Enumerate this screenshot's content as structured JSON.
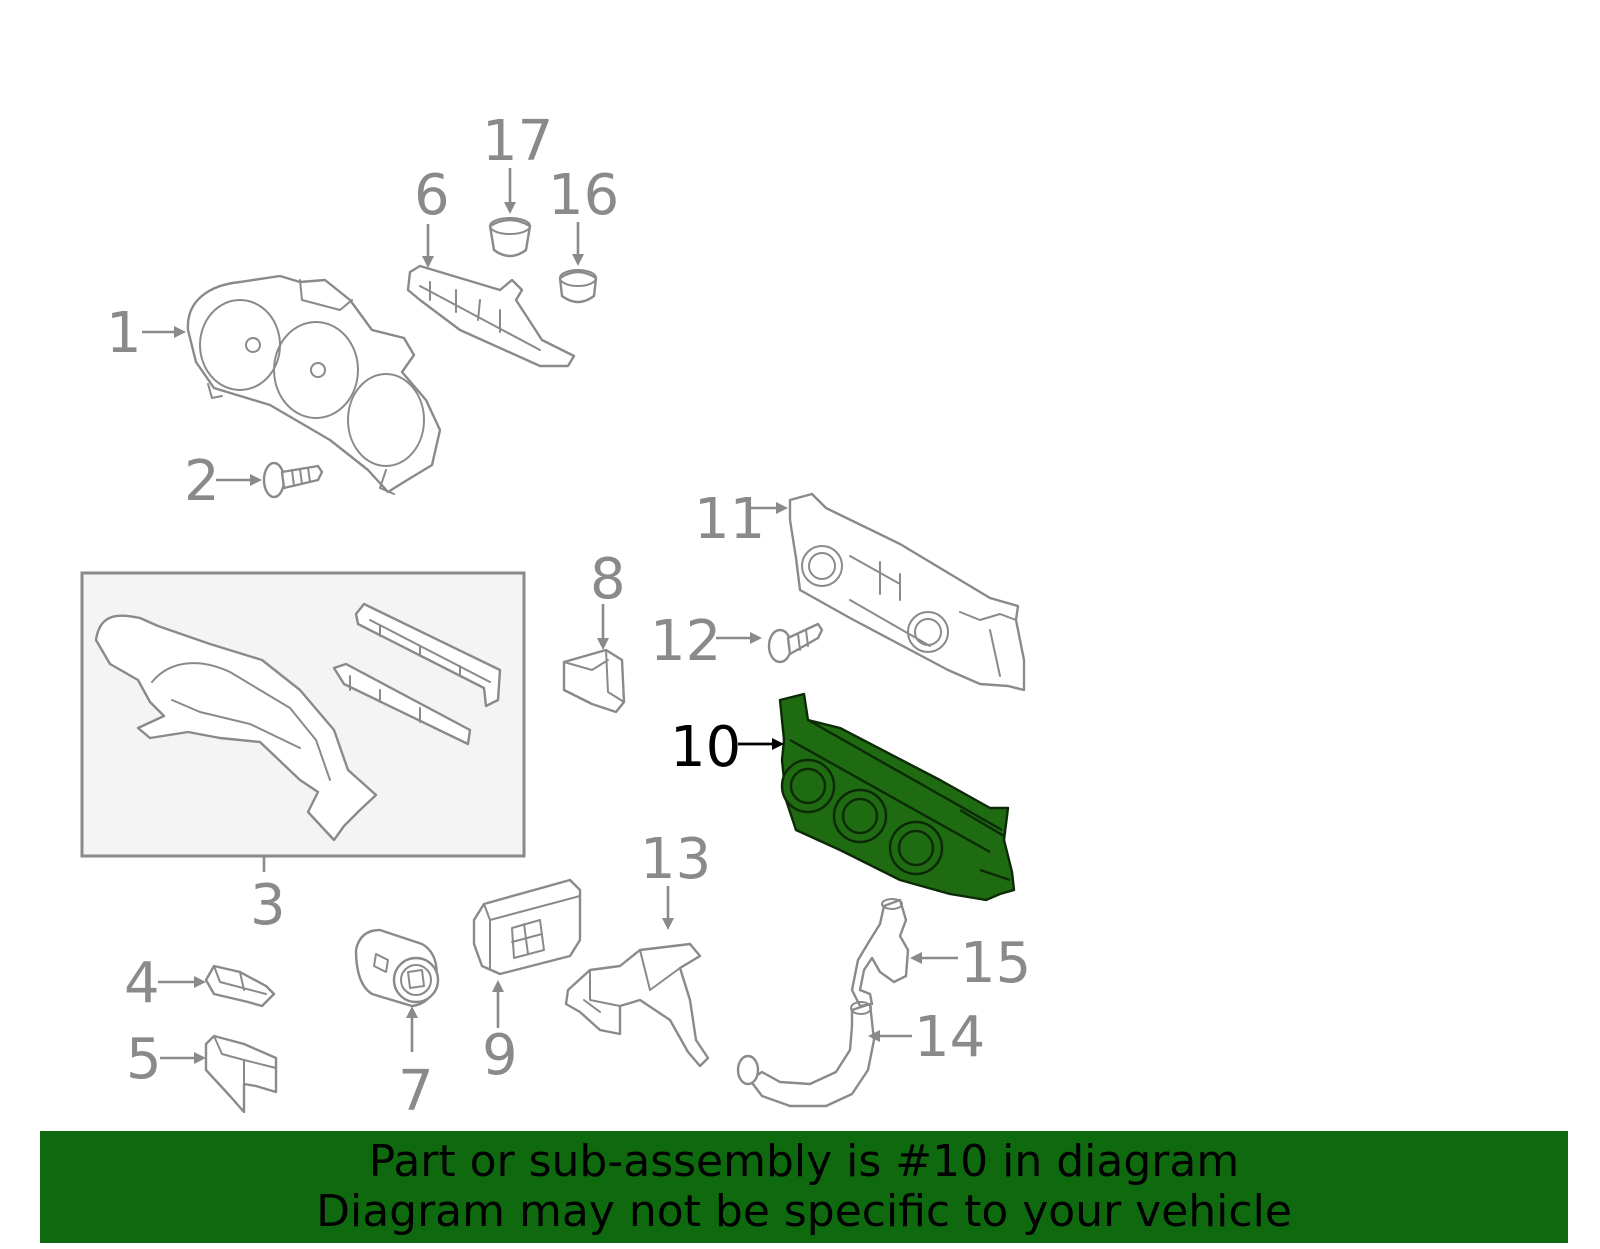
{
  "callouts": {
    "c1": "1",
    "c2": "2",
    "c3": "3",
    "c4": "4",
    "c5": "5",
    "c6": "6",
    "c7": "7",
    "c8": "8",
    "c9": "9",
    "c10": "10",
    "c11": "11",
    "c12": "12",
    "c13": "13",
    "c14": "14",
    "c15": "15",
    "c16": "16",
    "c17": "17"
  },
  "highlighted_part": "10",
  "colors": {
    "highlight": "#1f6b12",
    "banner": "#0f6a0f",
    "line_art": "#8a8a8a"
  },
  "banner": {
    "line1": "Part or sub-assembly is #10 in diagram",
    "line2": "Diagram may not be specific to your vehicle"
  }
}
